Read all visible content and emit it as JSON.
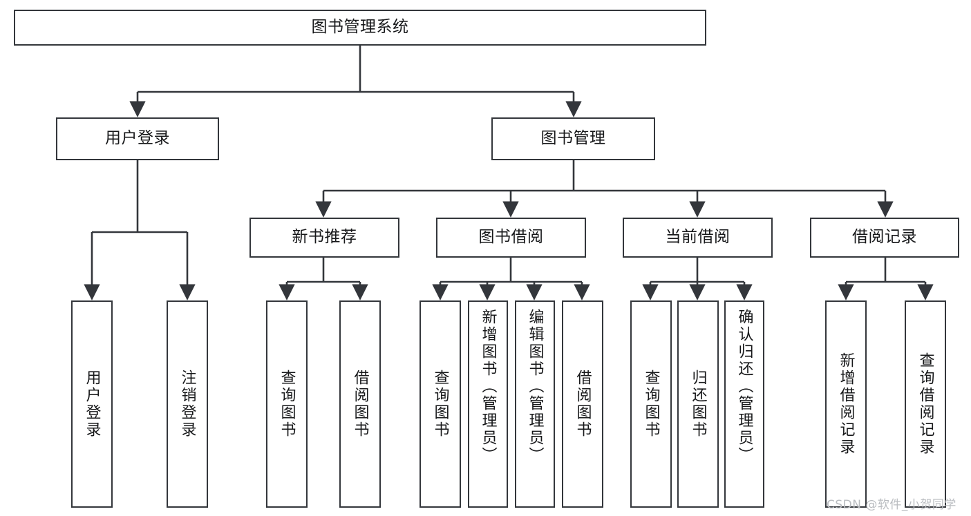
{
  "diagram": {
    "title": "图书管理系统",
    "type": "tree-hierarchy",
    "stroke_color": "#33363b",
    "fill_color": "#ffffff",
    "text_color": "#17181a"
  },
  "root": {
    "label": "图书管理系统"
  },
  "level2": [
    {
      "label": "用户登录"
    },
    {
      "label": "图书管理"
    }
  ],
  "level3": [
    {
      "label": "新书推荐"
    },
    {
      "label": "图书借阅"
    },
    {
      "label": "当前借阅"
    },
    {
      "label": "借阅记录"
    }
  ],
  "leaves": [
    {
      "label": "用户登录"
    },
    {
      "label": "注销登录"
    },
    {
      "label": "查询图书"
    },
    {
      "label": "借阅图书"
    },
    {
      "label": "查询图书"
    },
    {
      "label": "新增图书（管理员）"
    },
    {
      "label": "编辑图书（管理员）"
    },
    {
      "label": "借阅图书"
    },
    {
      "label": "查询图书"
    },
    {
      "label": "归还图书"
    },
    {
      "label": "确认归还（管理员）"
    },
    {
      "label": "新增借阅记录"
    },
    {
      "label": "查询借阅记录"
    }
  ],
  "watermark": {
    "text": "CSDN @软件_小贺同学",
    "color": "#b9bcc0"
  }
}
